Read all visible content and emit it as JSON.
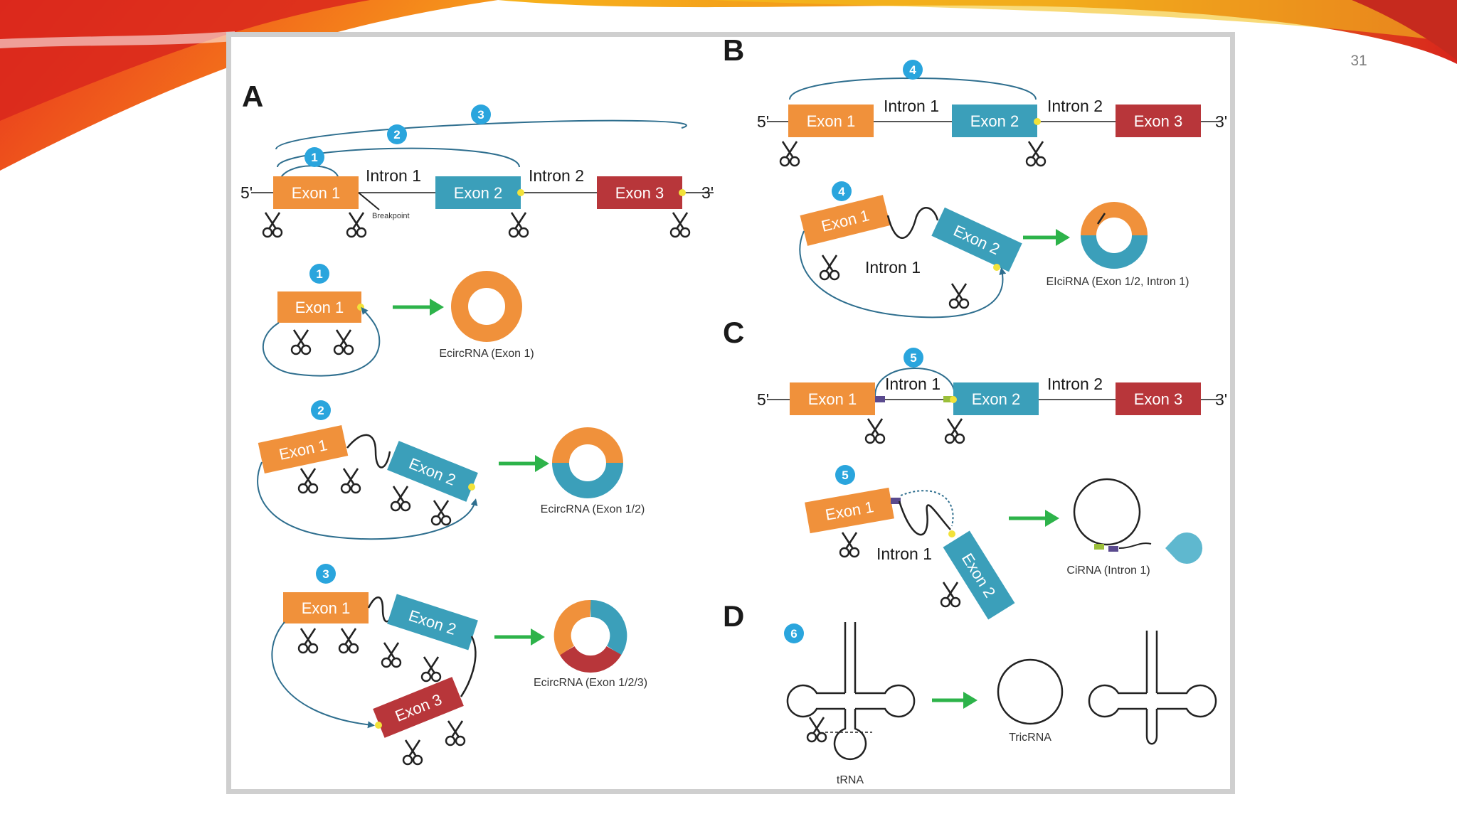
{
  "slide": {
    "number": "31"
  },
  "colors": {
    "exon1": "#f0913b",
    "exon2": "#3b9fba",
    "exon3": "#b8363a",
    "arrow": "#2db34a",
    "badge": "#2aa5dd",
    "line": "#2e6e8e"
  },
  "panels": {
    "A": {
      "letter": "A",
      "five": "5'",
      "three": "3'",
      "intron1": "Intron 1",
      "intron2": "Intron 2",
      "exon1": "Exon 1",
      "exon2": "Exon 2",
      "exon3": "Exon 3",
      "breakpoint": "Breakpoint",
      "badges": [
        "1",
        "2",
        "3"
      ],
      "caption1": "EcircRNA (Exon 1)",
      "caption2": "EcircRNA (Exon 1/2)",
      "caption3": "EcircRNA (Exon 1/2/3)"
    },
    "B": {
      "letter": "B",
      "five": "5'",
      "three": "3'",
      "intron1": "Intron 1",
      "intron2": "Intron 2",
      "exon1": "Exon 1",
      "exon2": "Exon 2",
      "exon3": "Exon 3",
      "badge": "4",
      "caption": "EIciRNA (Exon 1/2, Intron 1)"
    },
    "C": {
      "letter": "C",
      "five": "5'",
      "three": "3'",
      "intron1": "Intron 1",
      "intron2": "Intron 2",
      "exon1": "Exon 1",
      "exon2": "Exon 2",
      "exon3": "Exon 3",
      "badge": "5",
      "caption": "CiRNA (Intron 1)"
    },
    "D": {
      "letter": "D",
      "badge": "6",
      "trna": "tRNA",
      "tricrna": "TricRNA"
    }
  }
}
